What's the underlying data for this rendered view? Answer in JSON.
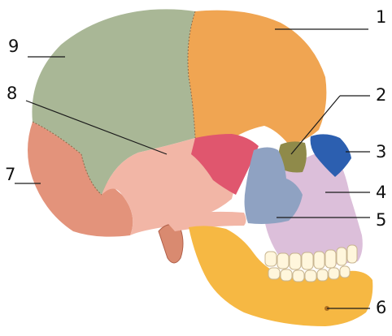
{
  "figure": {
    "labels": [
      {
        "id": "1",
        "text": "1",
        "structure": "frontal-bone"
      },
      {
        "id": "2",
        "text": "2",
        "structure": "ethmoid-bone"
      },
      {
        "id": "3",
        "text": "3",
        "structure": "nasal-bone"
      },
      {
        "id": "4",
        "text": "4",
        "structure": "maxilla"
      },
      {
        "id": "5",
        "text": "5",
        "structure": "zygomatic-bone"
      },
      {
        "id": "6",
        "text": "6",
        "structure": "mandible"
      },
      {
        "id": "7",
        "text": "7",
        "structure": "occipital-bone"
      },
      {
        "id": "8",
        "text": "8",
        "structure": "temporal-bone"
      },
      {
        "id": "9",
        "text": "9",
        "structure": "parietal-bone"
      }
    ],
    "colors": {
      "parietal": "#a9b796",
      "frontal": "#f0a552",
      "occipital": "#e3937b",
      "temporal": "#f2b6a6",
      "sphenoid": "#e0566e",
      "ethmoid": "#8f8a4a",
      "nasal": "#2c5fb0",
      "maxilla": "#dcbfda",
      "zygomatic": "#8fa2c2",
      "mandible": "#f6b843",
      "teeth": "#fff6dc",
      "line": "#1a1a1a"
    }
  }
}
